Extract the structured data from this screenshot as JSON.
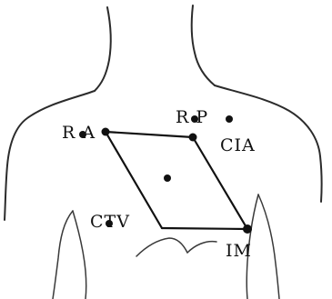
{
  "labels": {
    "ra": "R A",
    "rp": "R P",
    "cia": "CIA",
    "ctv": "CTV",
    "im": "IM"
  }
}
